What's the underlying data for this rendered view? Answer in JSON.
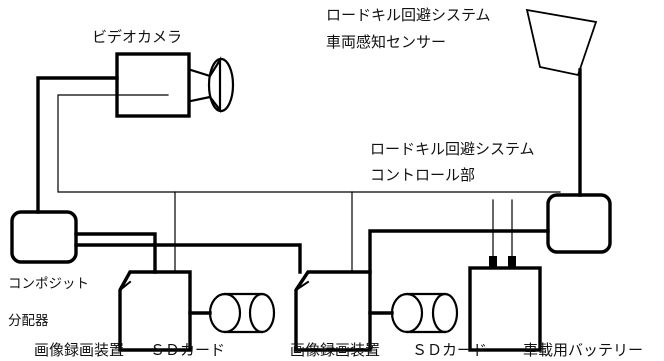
{
  "labels": {
    "video_camera": "ビデオカメラ",
    "sensor_line1": "ロードキル回避システム",
    "sensor_line2": "車両感知センサー",
    "control_line1": "ロードキル回避システム",
    "control_line2": "コントロール部",
    "splitter_line1": "コンポジット",
    "splitter_line2": "分配器",
    "recorder1": "画像録画装置",
    "sd1": "ＳＤカード",
    "recorder2": "画像録画装置",
    "sd2": "ＳＤカード",
    "battery": "車載用バッテリー"
  }
}
